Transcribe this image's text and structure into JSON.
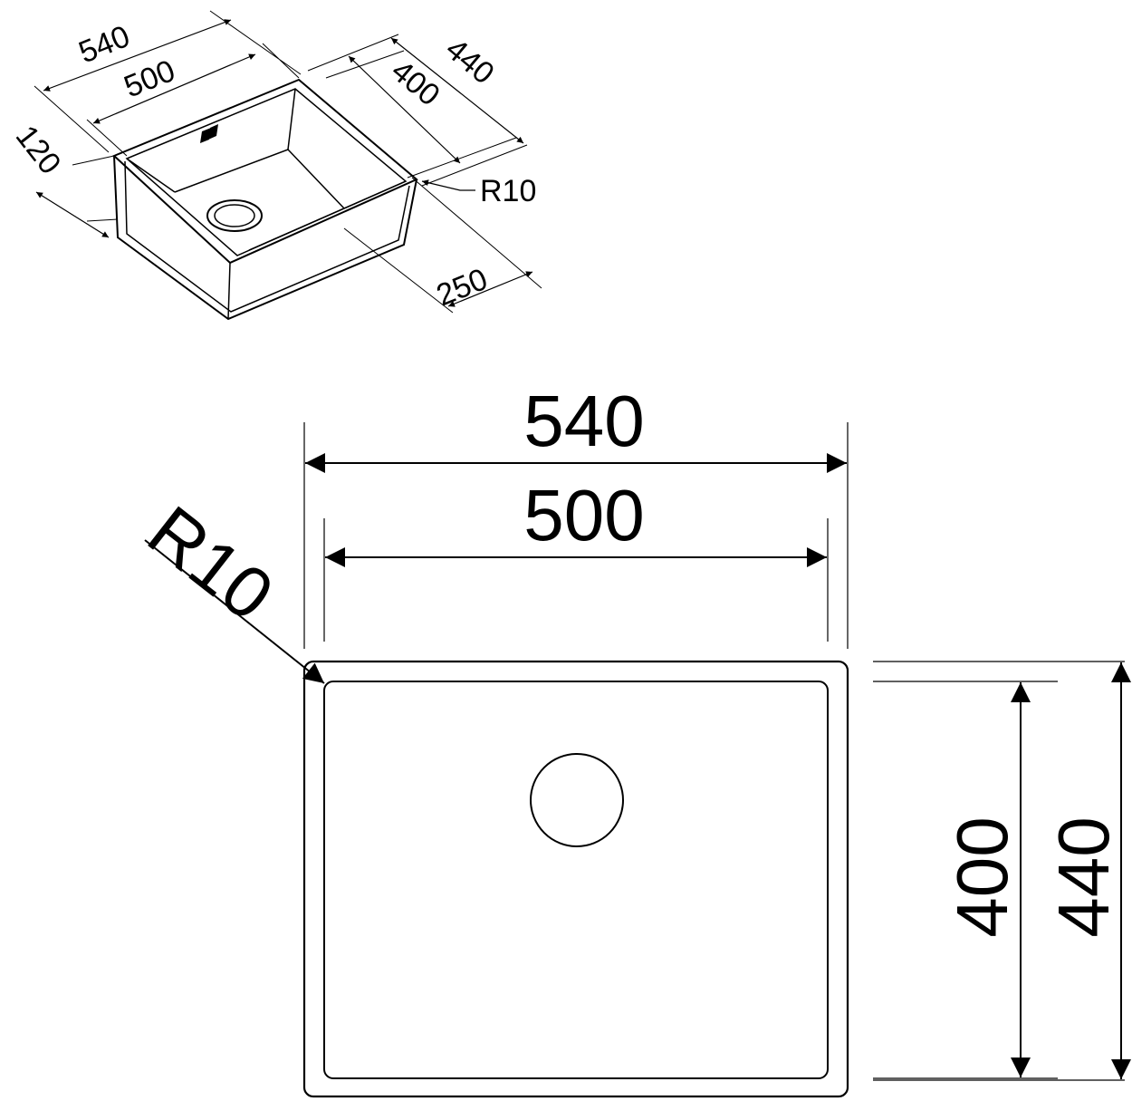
{
  "iso": {
    "overall_width": "540",
    "inner_width": "500",
    "overall_depth": "440",
    "inner_depth": "400",
    "radius": "R10",
    "height_120": "120",
    "bowl_depth": "250"
  },
  "plan": {
    "overall_width": "540",
    "inner_width": "500",
    "radius": "R10",
    "inner_depth": "400",
    "overall_depth": "440"
  }
}
